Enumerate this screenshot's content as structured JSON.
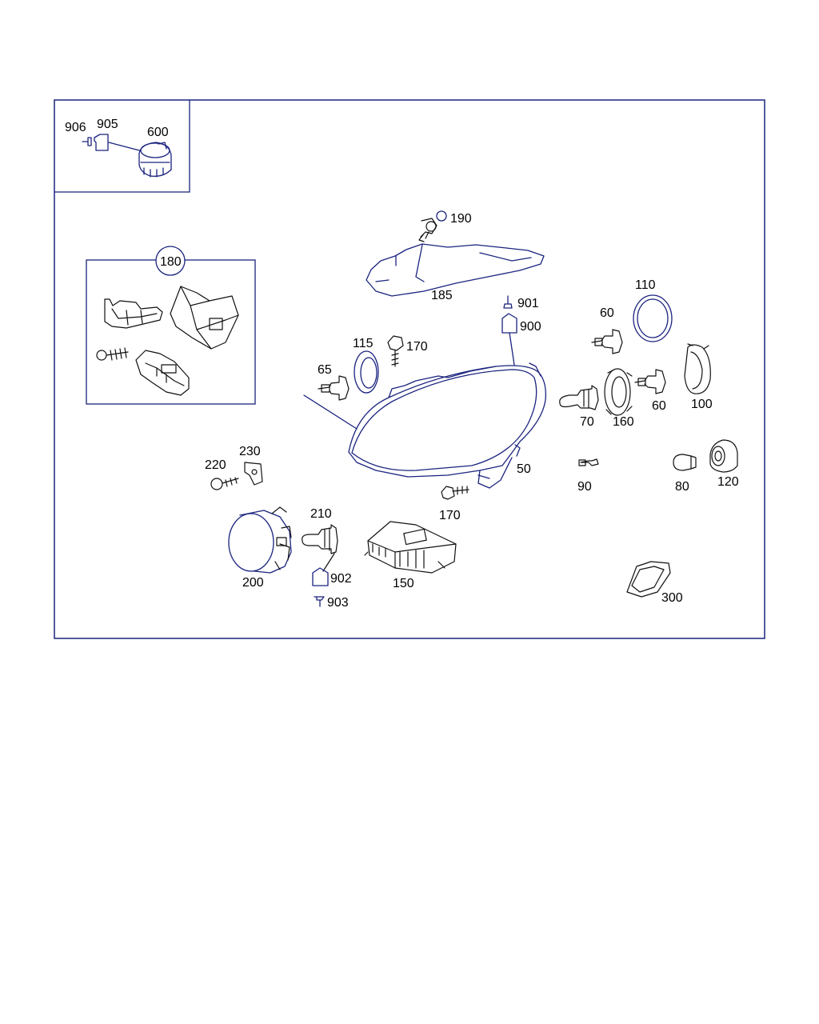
{
  "colors": {
    "line": "#1a237e",
    "frame": "#1a237e",
    "label": "#000000",
    "background": "#ffffff"
  },
  "labels": {
    "p906": "906",
    "p905": "905",
    "p600": "600",
    "p180": "180",
    "p190": "190",
    "p185": "185",
    "p901": "901",
    "p900": "900",
    "p115": "115",
    "p170a": "170",
    "p65": "65",
    "p110": "110",
    "p60a": "60",
    "p60b": "60",
    "p100": "100",
    "p70": "70",
    "p160": "160",
    "p50": "50",
    "p170b": "170",
    "p230": "230",
    "p220": "220",
    "p90": "90",
    "p80": "80",
    "p120": "120",
    "p210": "210",
    "p200": "200",
    "p902": "902",
    "p903": "903",
    "p150": "150",
    "p300": "300"
  }
}
